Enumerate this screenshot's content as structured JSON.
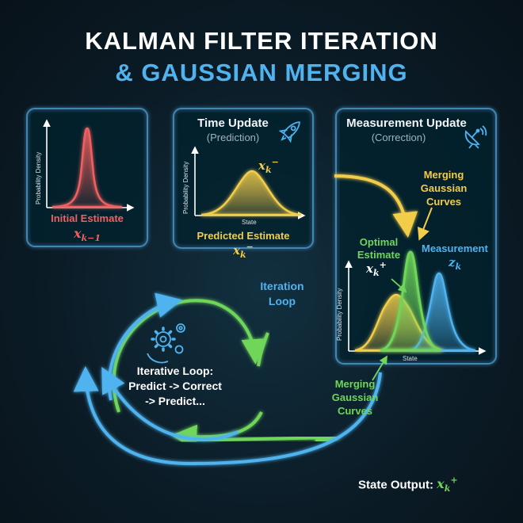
{
  "title": {
    "line1": "KALMAN FILTER ITERATION",
    "line2": "& GAUSSIAN MERGING"
  },
  "panels": {
    "initial": {
      "label": "Initial Estimate",
      "symbol_base": "x",
      "symbol_sub": "k−1",
      "ylabel": "Probability Density"
    },
    "time_update": {
      "title": "Time Update",
      "subtitle": "(Prediction)",
      "curve_symbol_base": "x",
      "curve_symbol_sub": "k",
      "curve_symbol_sup": "−",
      "label": "Predicted Estimate",
      "ylabel": "Probability Density",
      "xlabel": "State",
      "icon": "rocket-icon"
    },
    "measurement_update": {
      "title": "Measurement Update",
      "subtitle": "(Correction)",
      "ylabel": "Probability Density",
      "xlabel": "State",
      "icon": "satellite-dish-icon"
    }
  },
  "annotations": {
    "merging_top": [
      "Merging",
      "Gaussian",
      "Curves"
    ],
    "optimal": [
      "Optimal",
      "Estimate"
    ],
    "optimal_symbol_base": "x",
    "optimal_symbol_sub": "k",
    "optimal_symbol_sup": "+",
    "measurement": "Measurement",
    "measurement_symbol_base": "z",
    "measurement_symbol_sub": "k",
    "iteration_loop": [
      "Iteration",
      "Loop"
    ],
    "merging_bottom": [
      "Merging",
      "Gaussian",
      "Curves"
    ],
    "loop_text": [
      "Iterative Loop:",
      "Predict -> Correct",
      "-> Predict..."
    ],
    "state_output": "State Output:",
    "state_output_symbol_base": "x",
    "state_output_symbol_sub": "k",
    "state_output_symbol_sup": "+"
  },
  "colors": {
    "initial": "#f06060",
    "predicted": "#f2cd4a",
    "optimal": "#6fd65a",
    "measurement": "#4fb3f0",
    "panel_border": "#3f86b5"
  }
}
